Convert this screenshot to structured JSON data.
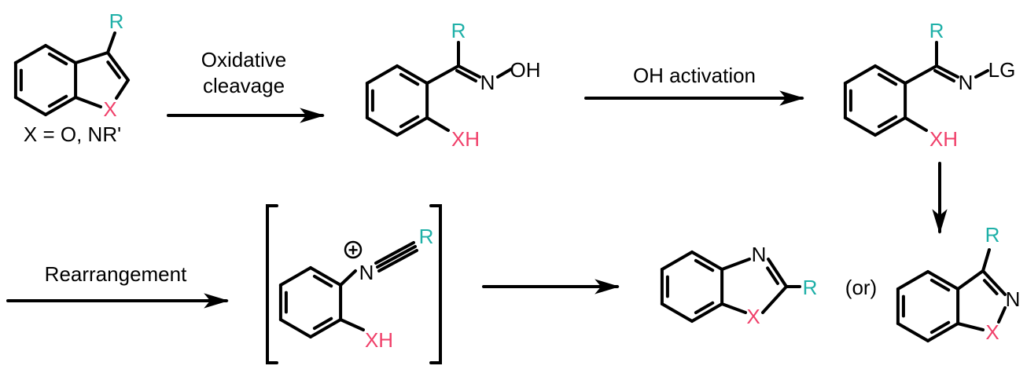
{
  "colors": {
    "substituent_R": "#1fb0a8",
    "heteroatom_X": "#f0406a"
  },
  "labels": {
    "R": "R",
    "X": "X",
    "XH": "XH",
    "N": "N",
    "OH": "OH",
    "LG": "LG",
    "x_definition": "X = O, NR'",
    "or": "(or)",
    "plus": "+"
  },
  "steps": {
    "step1_line1": "Oxidative",
    "step1_line2": "cleavage",
    "step2": "OH activation",
    "step3": "Rearrangement"
  }
}
